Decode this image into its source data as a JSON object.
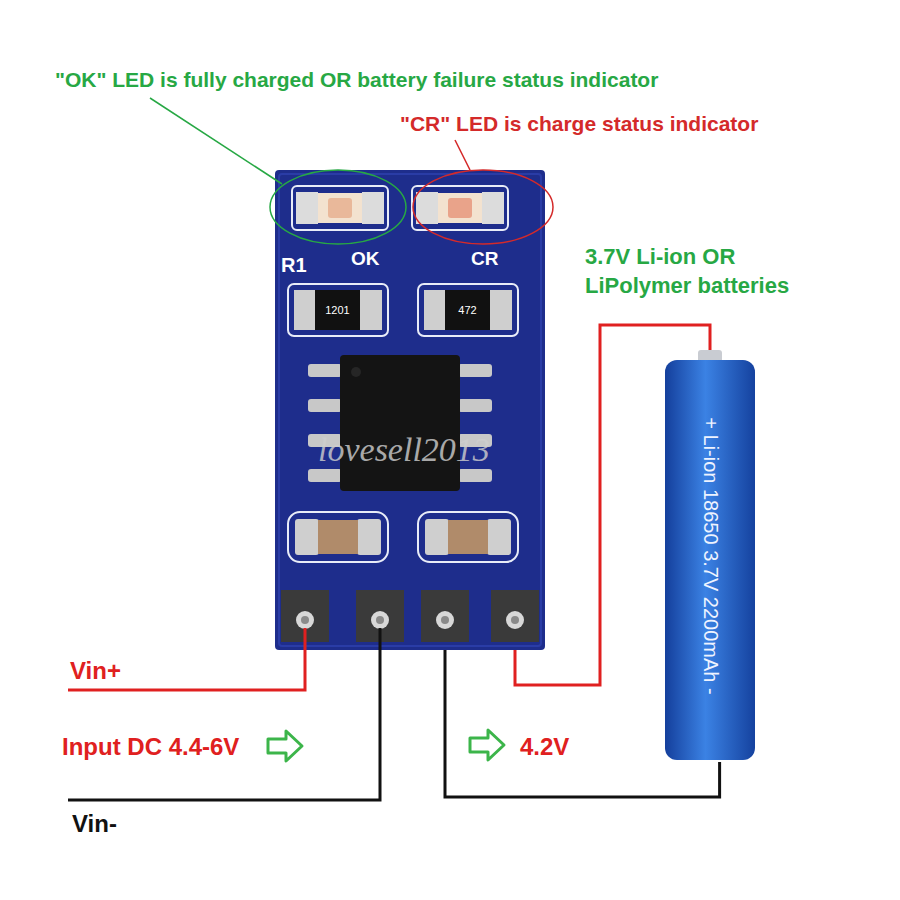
{
  "diagram": {
    "nodes": [
      {
        "text": [
          "R1",
          "OK",
          "CR",
          "1201",
          "472"
        ]
      },
      {
        "text": [
          "+ Li-ion 18650 3.7V 2200mAh -"
        ]
      }
    ],
    "edges": [
      {
        "from": 0,
        "to": 1,
        "arrow": "none"
      },
      {
        "from": 0,
        "to": 1,
        "arrow": "none"
      }
    ],
    "labels": [
      "\"OK\" LED is fully charged OR battery failure status indicator",
      "\"CR\" LED is charge status indicator",
      "3.7V Li-ion OR LiPolymer batteries",
      "Vin+",
      "Input DC 4.4-6V",
      "4.2V",
      "Vin-",
      "lovesell2013"
    ]
  }
}
